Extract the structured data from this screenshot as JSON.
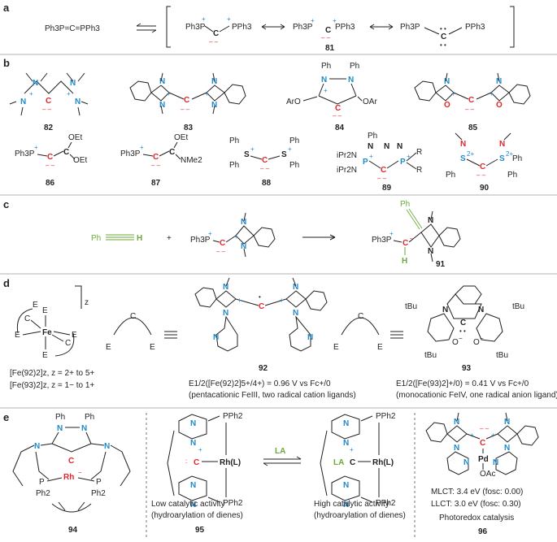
{
  "panels": {
    "a": {
      "label": "a",
      "left": "Ph3P=C=PPh3",
      "r1_p1": "Ph3P",
      "r1_p2": "PPh3",
      "r2_p1": "Ph3P",
      "r2_p2": "PPh3",
      "r3_p1": "Ph3P",
      "r3_p2": "PPh3",
      "compound": "81"
    },
    "b": {
      "label": "b",
      "compounds": [
        "82",
        "83",
        "84",
        "85",
        "86",
        "87",
        "88",
        "89",
        "90"
      ],
      "sub84": {
        "ph1": "Ph",
        "ph2": "Ph",
        "ar1": "ArO",
        "ar2": "OAr"
      },
      "sub86": {
        "p": "Ph3P",
        "oet1": "OEt",
        "oet2": "OEt"
      },
      "sub87": {
        "p": "Ph3P",
        "oet": "OEt",
        "nme": "NMe2"
      },
      "sub88": {
        "ph": "Ph"
      },
      "sub89": {
        "ph": "Ph",
        "ipr1": "iPr2N",
        "ipr2": "iPr2N",
        "r": "R"
      },
      "sub90": {
        "ph": "Ph"
      }
    },
    "c": {
      "label": "c",
      "alkyne_ph": "Ph",
      "alkyne_h": "H",
      "plus": "+",
      "p": "Ph3P",
      "prod_ph": "Ph",
      "prod_p": "Ph3P",
      "prod_h": "H",
      "compound": "91"
    },
    "d": {
      "label": "d",
      "z": "z",
      "E": "E",
      "C": "C",
      "Fe": "Fe",
      "ligand_lines": [
        "[Fe(92)2]z, z = 2+ to 5+",
        "[Fe(93)2]z, z = 1− to 1+"
      ],
      "c92": "92",
      "c93": "93",
      "e92": "E1/2([Fe(92)2]5+/4+) = 0.96 V vs Fc+/0",
      "e92_note": "(pentacationic FeIII, two radical cation ligands)",
      "e93": "E1/2([Fe(93)2]+/0) = 0.41 V vs Fc+/0",
      "e93_note": "(monocationic FeIV, one radical anion ligand)",
      "tbu": "tBu"
    },
    "e": {
      "label": "e",
      "c94": "94",
      "c95": "95",
      "c96": "96",
      "la": "LA",
      "ph": "Ph",
      "ph2": "Ph2",
      "rh": "Rh",
      "rhl": "Rh(L)",
      "pph2": "PPh2",
      "pd": "Pd",
      "oac": "OAc",
      "low_text": [
        "Low catalytic activity",
        "(hydroarylation of dienes)"
      ],
      "high_text": [
        "High catalytic activity",
        "(hydroarylation of dienes)"
      ],
      "mlct": "MLCT: 3.4 eV (fosc: 0.00)",
      "llct": "LLCT: 3.0 eV (fosc: 0.30)",
      "photo": "Photoredox catalysis"
    }
  },
  "colors": {
    "text": "#231f20",
    "blue": "#1f8bc9",
    "red": "#e2262b",
    "green": "#6aaa3a",
    "separator": "#9a9a9a"
  }
}
